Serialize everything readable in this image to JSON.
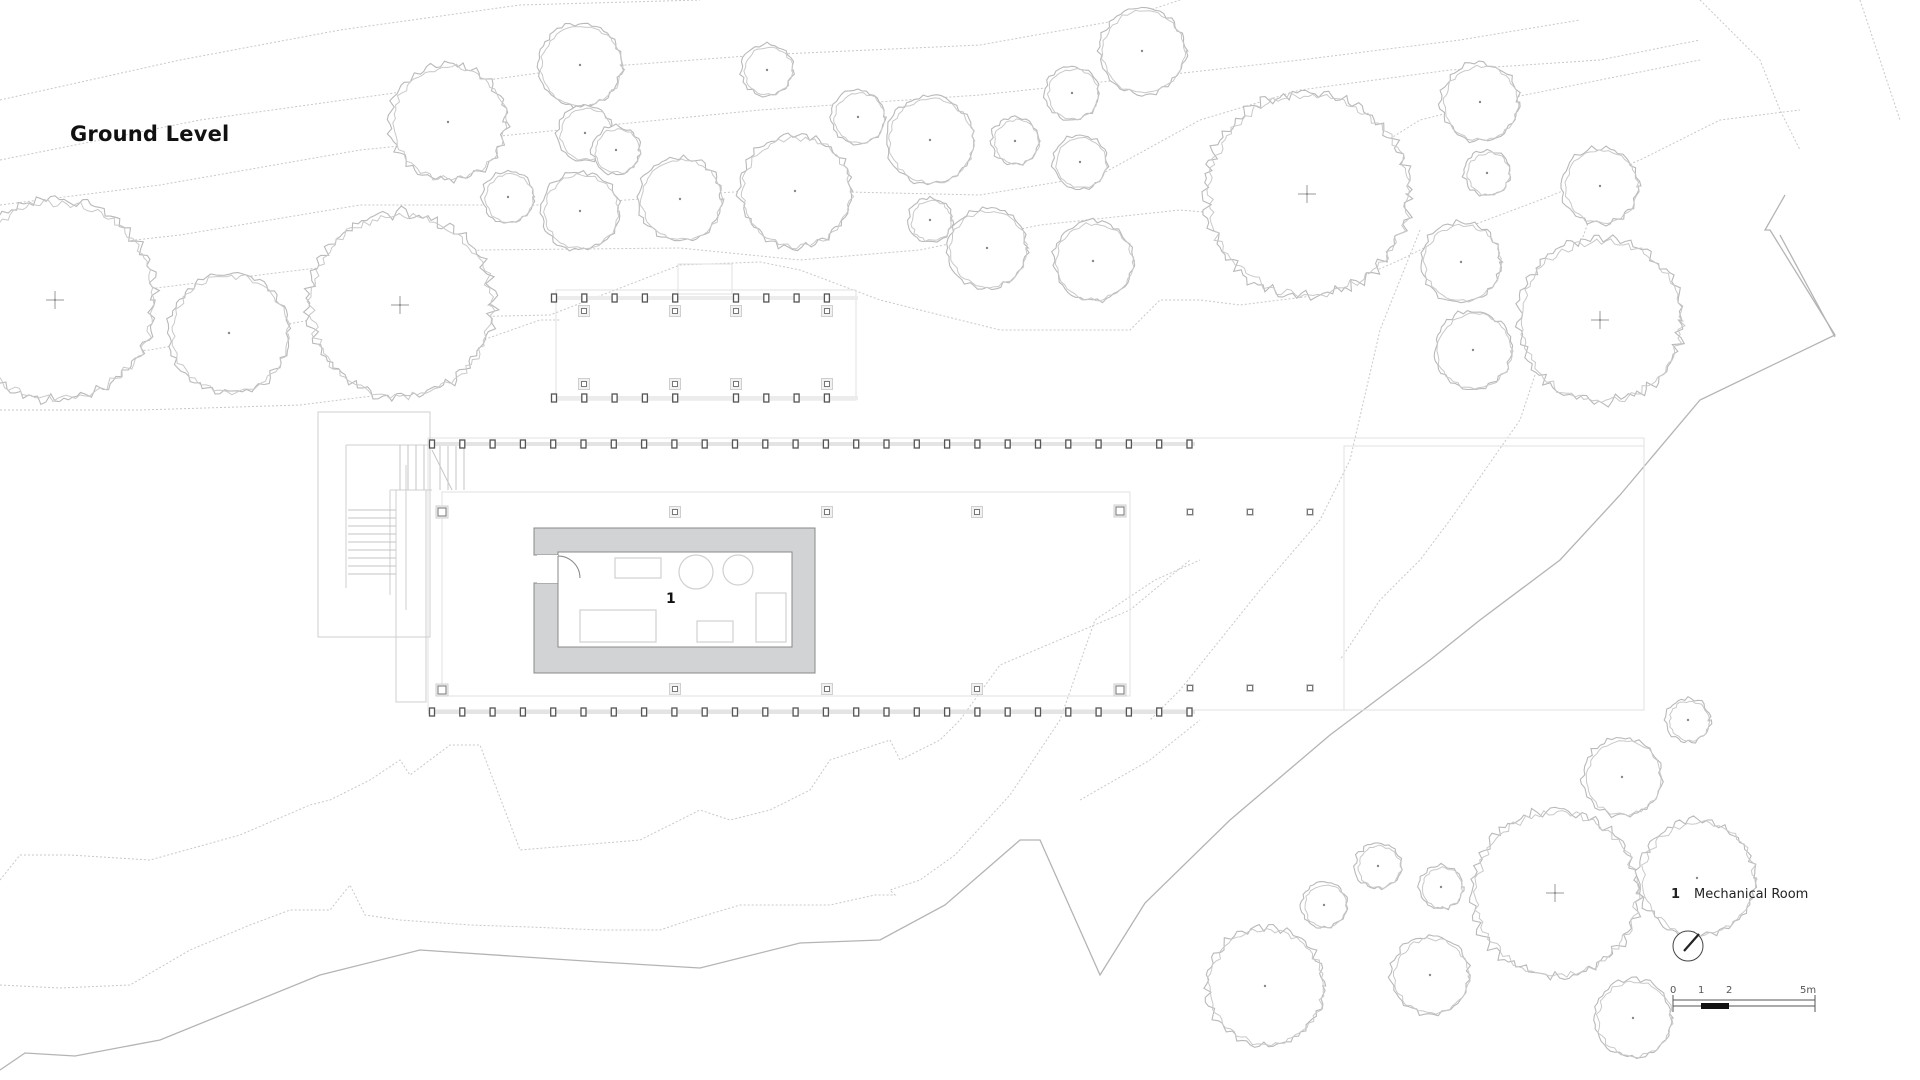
{
  "drawing": {
    "title": "Ground Level",
    "type": "architectural floor plan"
  },
  "rooms": [
    {
      "number": "1",
      "name": "Mechanical Room"
    }
  ],
  "legend": {
    "items": [
      {
        "number": "1",
        "label": "Mechanical Room"
      }
    ]
  },
  "north_arrow": {
    "icon": "north-arrow-icon"
  },
  "scale_bar": {
    "labels": [
      "0",
      "1",
      "2",
      "5m"
    ],
    "unit": "m"
  },
  "colors": {
    "background": "#ffffff",
    "wall_fill": "#d2d3d4",
    "linework": "#b9b9b9",
    "text": "#111111"
  }
}
